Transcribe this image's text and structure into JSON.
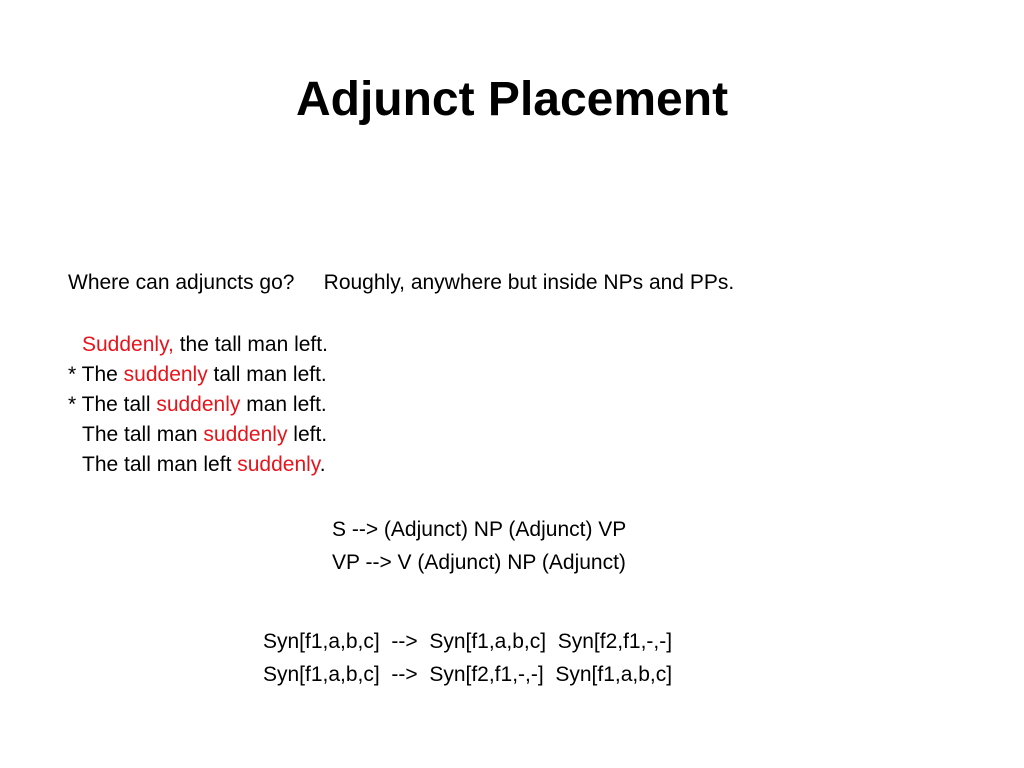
{
  "title": "Adjunct Placement",
  "question": {
    "ask": "Where can adjuncts go?",
    "answer": "Roughly, anywhere but inside NPs and PPs."
  },
  "examples": [
    {
      "pre": "",
      "adjunct": "Suddenly,",
      "post": " the tall man left."
    },
    {
      "pre": "* The ",
      "adjunct": "suddenly",
      "post": " tall man left."
    },
    {
      "pre": "* The tall ",
      "adjunct": "suddenly",
      "post": " man left."
    },
    {
      "pre": "The tall man ",
      "adjunct": "suddenly",
      "post": " left."
    },
    {
      "pre": "The tall man left ",
      "adjunct": "suddenly",
      "post": "."
    }
  ],
  "rules": [
    "S --> (Adjunct) NP (Adjunct) VP",
    "VP --> V (Adjunct) NP (Adjunct)"
  ],
  "syn_rules": [
    "Syn[f1,a,b,c]  -->  Syn[f1,a,b,c]  Syn[f2,f1,-,-]",
    "Syn[f1,a,b,c]  -->  Syn[f2,f1,-,-]  Syn[f1,a,b,c]"
  ],
  "colors": {
    "adjunct": "#e8141b",
    "text": "#000000",
    "background": "#ffffff"
  }
}
